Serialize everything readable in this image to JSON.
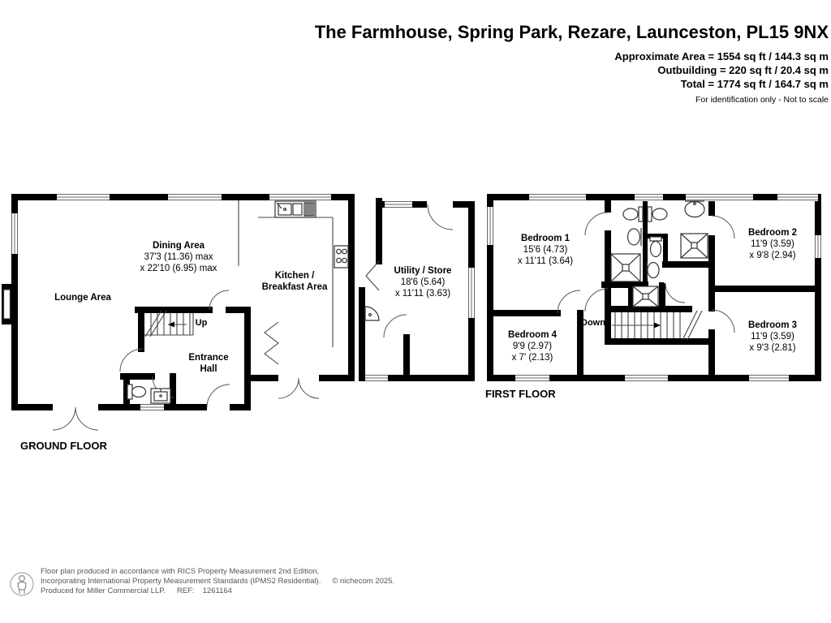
{
  "header": {
    "title": "The Farmhouse, Spring Park, Rezare, Launceston, PL15 9NX",
    "area_line1": "Approximate Area = 1554 sq ft / 144.3 sq m",
    "area_line2": "Outbuilding = 220 sq ft / 20.4 sq m",
    "area_line3": "Total = 1774 sq ft / 164.7 sq m",
    "disclaimer": "For identification only - Not to scale"
  },
  "ground_floor": {
    "label": "GROUND FLOOR",
    "stairs": "Up",
    "lounge": {
      "name": "Lounge Area"
    },
    "dining": {
      "name": "Dining Area",
      "dim1": "37'3 (11.36) max",
      "dim2": "x 22'10 (6.95) max"
    },
    "kitchen": {
      "name1": "Kitchen /",
      "name2": "Breakfast Area"
    },
    "entrance": {
      "name1": "Entrance",
      "name2": "Hall"
    },
    "utility": {
      "name": "Utility / Store",
      "dim1": "18'6 (5.64)",
      "dim2": "x 11'11 (3.63)"
    }
  },
  "first_floor": {
    "label": "FIRST FLOOR",
    "stairs": "Down",
    "bedroom1": {
      "name": "Bedroom 1",
      "dim1": "15'6 (4.73)",
      "dim2": "x 11'11 (3.64)"
    },
    "bedroom2": {
      "name": "Bedroom 2",
      "dim1": "11'9 (3.59)",
      "dim2": "x 9'8 (2.94)"
    },
    "bedroom3": {
      "name": "Bedroom 3",
      "dim1": "11'9 (3.59)",
      "dim2": "x 9'3 (2.81)"
    },
    "bedroom4": {
      "name": "Bedroom 4",
      "dim1": "9'9 (2.97)",
      "dim2": "x 7' (2.13)"
    }
  },
  "footer": {
    "line1": "Floor plan produced in accordance with RICS Property Measurement 2nd Edition,",
    "line2": "Incorporating International Property Measurement Standards (IPMS2 Residential).",
    "copyright": "© nichecom 2025.",
    "produced": "Produced for Miller Commercial LLP.",
    "ref_label": "REF:",
    "ref_value": "1261164"
  },
  "colors": {
    "walls": "#000000",
    "fixtures": "#3a3a3a",
    "footer_text": "#555555",
    "background": "#ffffff"
  }
}
